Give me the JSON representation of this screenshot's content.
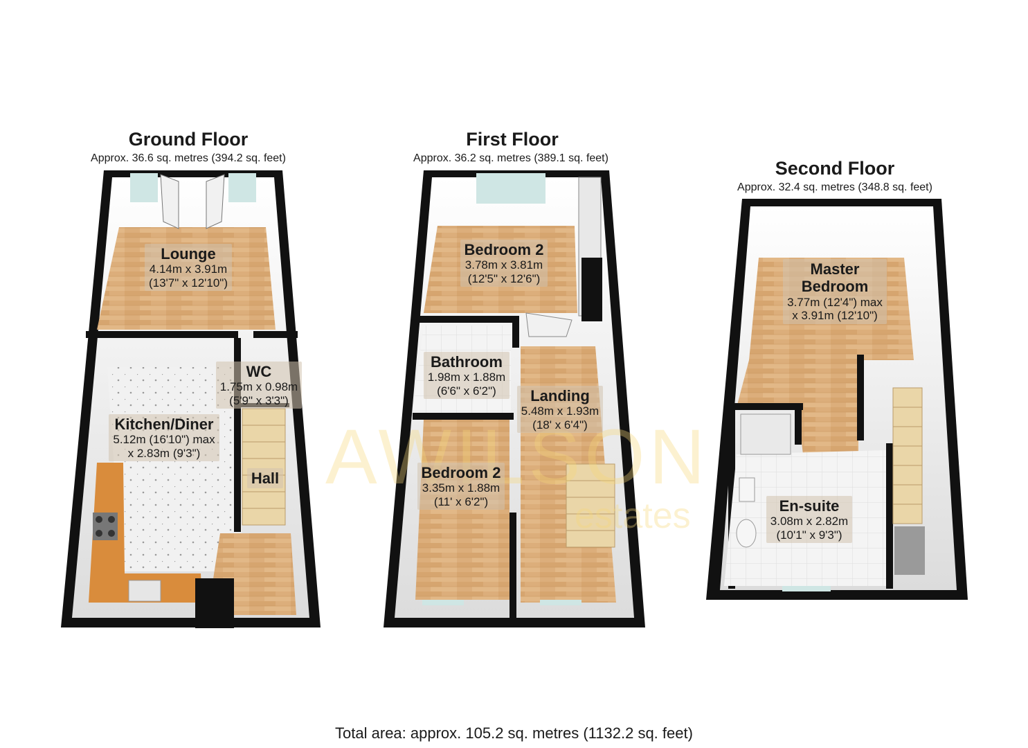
{
  "floors": [
    {
      "title": "Ground Floor",
      "area": "Approx. 36.6 sq. metres (394.2 sq. feet)",
      "rooms": [
        {
          "name": "Lounge",
          "dims": [
            "4.14m x 3.91m",
            "(13'7\" x 12'10\")"
          ]
        },
        {
          "name": "WC",
          "dims": [
            "1.75m x 0.98m",
            "(5'9\" x 3'3\")"
          ]
        },
        {
          "name": "Kitchen/Diner",
          "dims": [
            "5.12m (16'10\") max",
            "x 2.83m (9'3\")"
          ]
        },
        {
          "name": "Hall",
          "dims": []
        }
      ]
    },
    {
      "title": "First Floor",
      "area": "Approx. 36.2 sq. metres (389.1 sq. feet)",
      "rooms": [
        {
          "name": "Bedroom 2",
          "dims": [
            "3.78m x 3.81m",
            "(12'5\" x 12'6\")"
          ]
        },
        {
          "name": "Bathroom",
          "dims": [
            "1.98m x 1.88m",
            "(6'6\" x 6'2\")"
          ]
        },
        {
          "name": "Landing",
          "dims": [
            "5.48m x 1.93m",
            "(18' x 6'4\")"
          ]
        },
        {
          "name": "Bedroom 2",
          "dims": [
            "3.35m x 1.88m",
            "(11' x 6'2\")"
          ]
        }
      ]
    },
    {
      "title": "Second Floor",
      "area": "Approx. 32.4 sq. metres (348.8 sq. feet)",
      "rooms": [
        {
          "name": "Master Bedroom",
          "name_lines": [
            "Master",
            "Bedroom"
          ],
          "dims": [
            "3.77m (12'4\") max",
            "x 3.91m (12'10\")"
          ]
        },
        {
          "name": "En-suite",
          "dims": [
            "3.08m x 2.82m",
            "(10'1\" x 9'3\")"
          ]
        }
      ]
    }
  ],
  "watermark": {
    "line1": "AWILSON",
    "line2": "estates"
  },
  "total_area": "Total area: approx. 105.2 sq. metres (1132.2 sq. feet)",
  "colors": {
    "wall": "#111111",
    "wood": "#d9a874",
    "tile": "#eeeeee",
    "worktop": "#d98c3c",
    "stairs": "#ead6a8"
  }
}
